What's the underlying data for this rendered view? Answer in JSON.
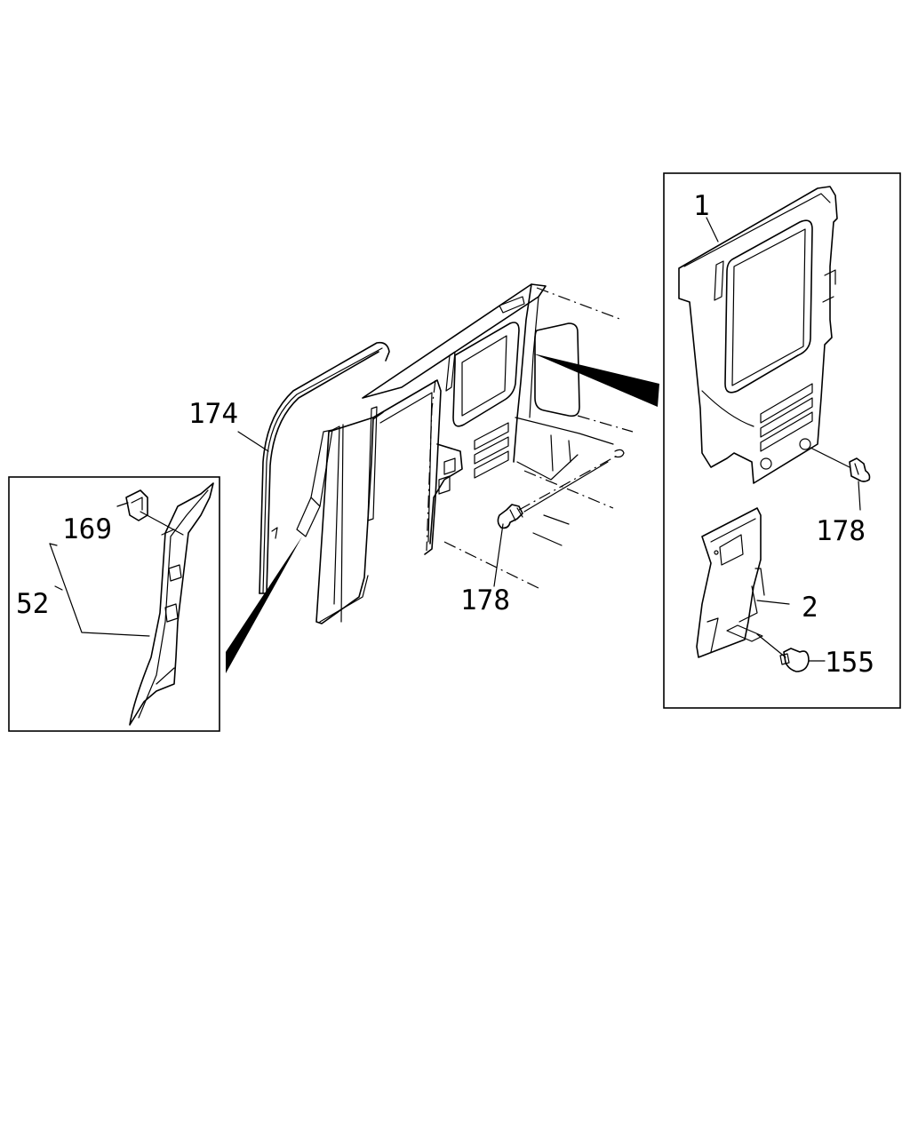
{
  "callouts": {
    "part_1": "1",
    "part_2": "2",
    "part_52": "52",
    "part_155": "155",
    "part_169": "169",
    "part_174": "174",
    "part_178_main": "178",
    "part_178_detail": "178"
  }
}
